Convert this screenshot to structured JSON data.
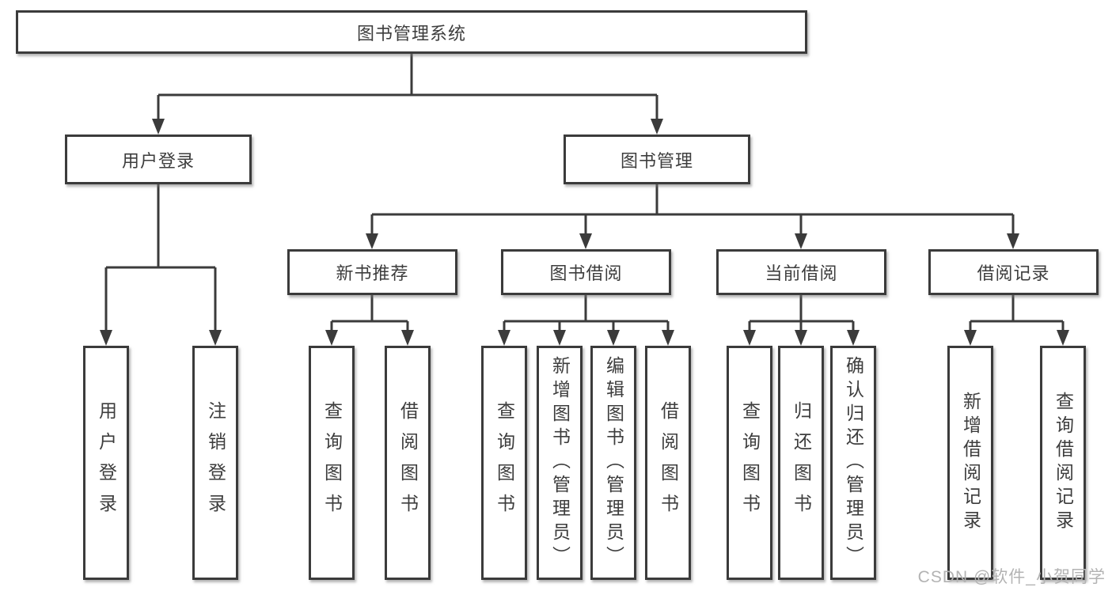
{
  "tree": {
    "label": "图书管理系统",
    "children": [
      {
        "label": "用户登录",
        "children": [
          {
            "label": "用户登录"
          },
          {
            "label": "注销登录"
          }
        ]
      },
      {
        "label": "图书管理",
        "children": [
          {
            "label": "新书推荐",
            "children": [
              {
                "label": "查询图书"
              },
              {
                "label": "借阅图书"
              }
            ]
          },
          {
            "label": "图书借阅",
            "children": [
              {
                "label": "查询图书"
              },
              {
                "label": "新增图书（管理员）"
              },
              {
                "label": "编辑图书（管理员）"
              },
              {
                "label": "借阅图书"
              }
            ]
          },
          {
            "label": "当前借阅",
            "children": [
              {
                "label": "查询图书"
              },
              {
                "label": "归还图书"
              },
              {
                "label": "确认归还（管理员）"
              }
            ]
          },
          {
            "label": "借阅记录",
            "children": [
              {
                "label": "新增借阅记录"
              },
              {
                "label": "查询借阅记录"
              }
            ]
          }
        ]
      }
    ]
  },
  "watermark": {
    "text": "CSDN @软件_小贺同学"
  },
  "colors": {
    "line": "#3b3b3b",
    "box_border": "#3b3b3b",
    "text": "#3d3d3d",
    "background": "#ffffff",
    "watermark": "#b3b3b3"
  }
}
